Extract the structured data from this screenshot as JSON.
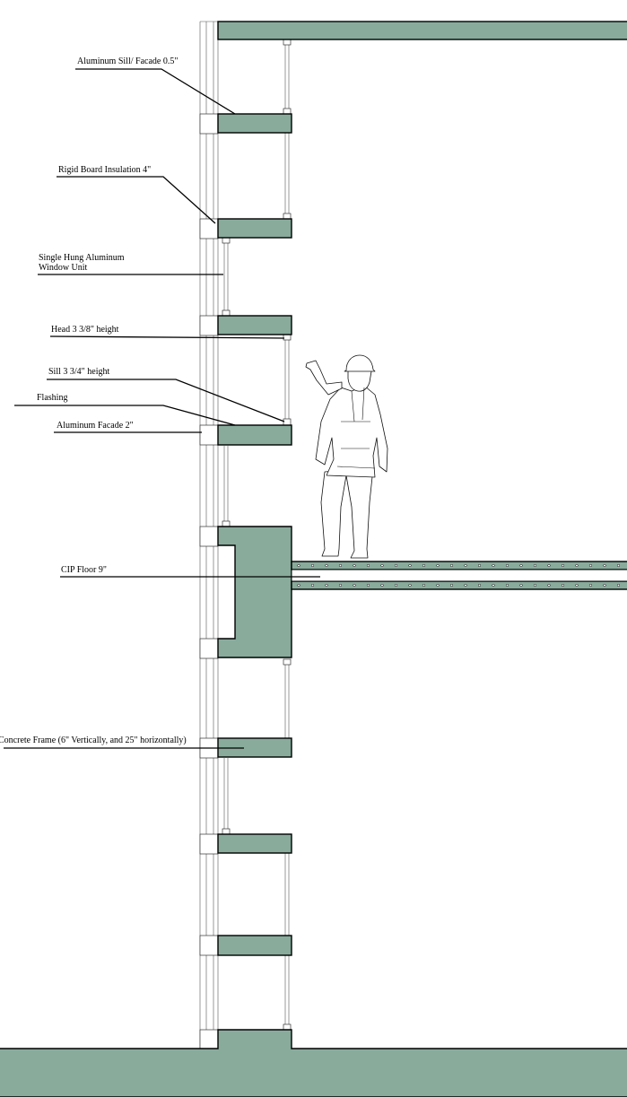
{
  "labels": {
    "aluminum_sill": "Aluminum Sill/ Facade  0.5\"",
    "rigid_insulation": "Rigid Board Insulation   4\"",
    "window_line1": "Single Hung Aluminum",
    "window_line2": "Window Unit",
    "head": "Head 3 3/8\" height",
    "sill": "Sill 3 3/4\" height",
    "flashing": "Flashing",
    "aluminum_facade": "Aluminum Facade 2\"",
    "cip_floor": "CIP Floor 9\"",
    "concrete_frame": "Concrete Frame (6\" Vertically, and 25\" horizontally)"
  },
  "colors": {
    "concrete": "#88ab9c",
    "line": "#000000",
    "background": "#ffffff"
  },
  "figure": {
    "icon": "construction-worker-icon"
  }
}
